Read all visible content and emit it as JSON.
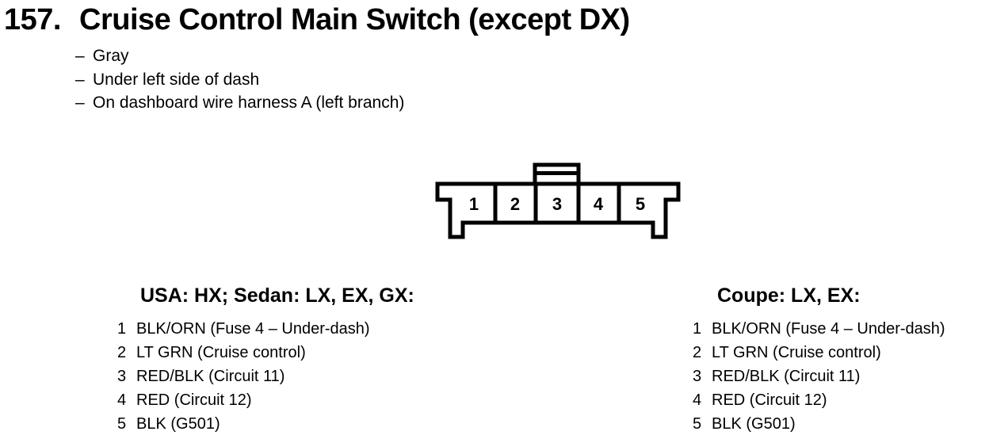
{
  "colors": {
    "ink": "#000000",
    "paper": "#ffffff"
  },
  "header": {
    "number": "157.",
    "title": "Cruise Control Main Switch (except DX)"
  },
  "notes": {
    "prefix": "–",
    "items": [
      "Gray",
      "Under left side of dash",
      "On dashboard wire harness A (left branch)"
    ]
  },
  "connector": {
    "description": "5-cavity connector, front view, latch tab above cavity 3",
    "pins": [
      "1",
      "2",
      "3",
      "4",
      "5"
    ]
  },
  "pinouts": [
    {
      "header": "USA: HX; Sedan: LX, EX, GX:",
      "rows": [
        {
          "pin": "1",
          "label": "BLK/ORN (Fuse 4 – Under-dash)"
        },
        {
          "pin": "2",
          "label": "LT GRN (Cruise control)"
        },
        {
          "pin": "3",
          "label": "RED/BLK (Circuit 11)"
        },
        {
          "pin": "4",
          "label": "RED (Circuit 12)"
        },
        {
          "pin": "5",
          "label": "BLK (G501)"
        }
      ]
    },
    {
      "header": "Coupe: LX, EX:",
      "rows": [
        {
          "pin": "1",
          "label": "BLK/ORN (Fuse 4 – Under-dash)"
        },
        {
          "pin": "2",
          "label": "LT GRN (Cruise control)"
        },
        {
          "pin": "3",
          "label": "RED/BLK (Circuit 11)"
        },
        {
          "pin": "4",
          "label": "RED (Circuit 12)"
        },
        {
          "pin": "5",
          "label": "BLK (G501)"
        }
      ]
    }
  ]
}
